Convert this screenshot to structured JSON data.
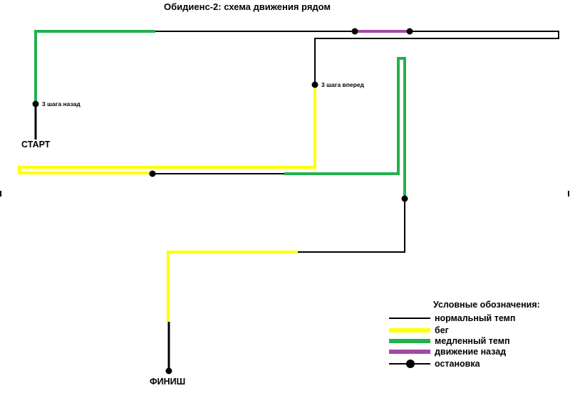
{
  "title": "Обидиенс-2: схема движения рядом",
  "labels": {
    "start": "СТАРТ",
    "finish": "ФИНИШ",
    "steps_back": "3 шага назад",
    "steps_forward": "3 шага вперед"
  },
  "legend": {
    "heading": "Условные обозначения:",
    "items": [
      {
        "key": "normal",
        "text": "нормальный темп",
        "color": "#000000"
      },
      {
        "key": "run",
        "text": "бег",
        "color": "#ffff00"
      },
      {
        "key": "slow",
        "text": "медленный темп",
        "color": "#22b14c"
      },
      {
        "key": "back",
        "text": "движение назад",
        "color": "#a349a4"
      },
      {
        "key": "stop",
        "text": "остановка",
        "color": "#000000"
      }
    ]
  },
  "colors": {
    "normal": "#000000",
    "run": "#ffff00",
    "slow": "#22b14c",
    "back": "#a349a4"
  }
}
